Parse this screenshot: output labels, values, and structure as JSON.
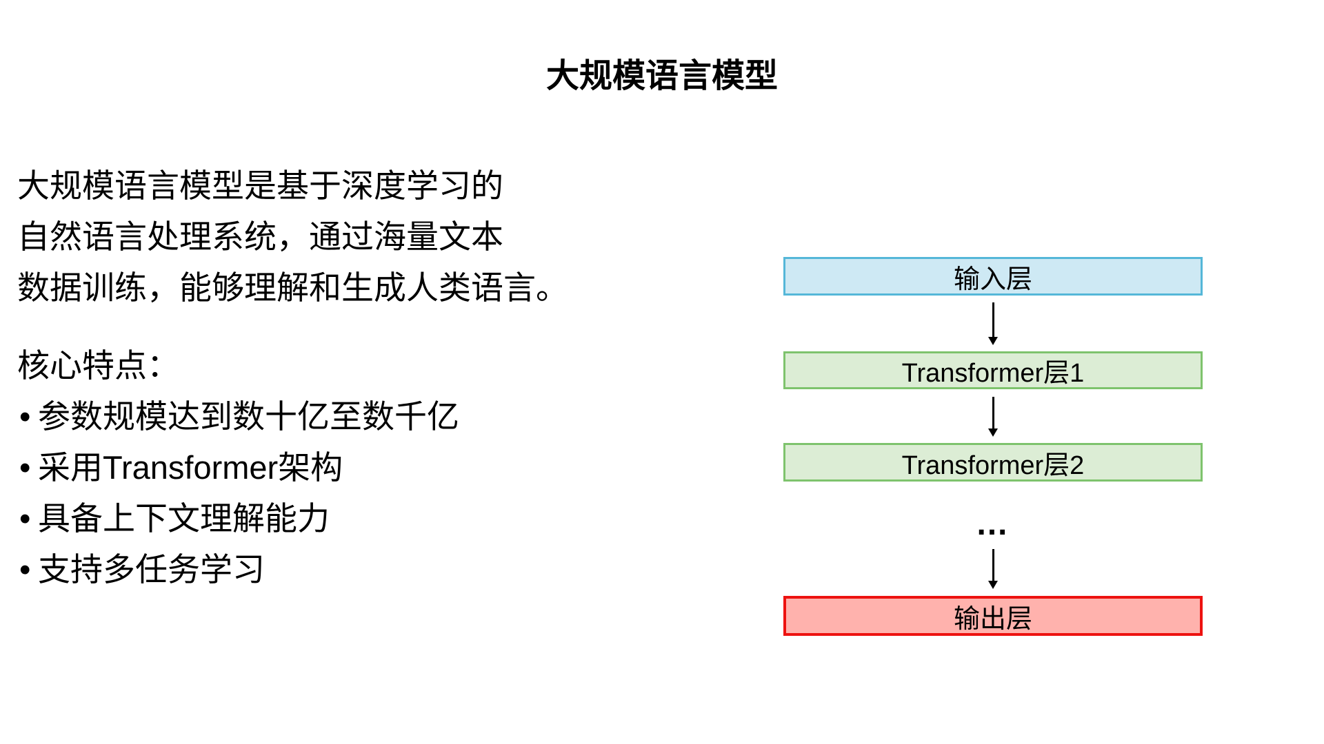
{
  "title": "大规模语言模型",
  "intro": {
    "lines": [
      "大规模语言模型是基于深度学习的",
      "自然语言处理系统，通过海量文本",
      "数据训练，能够理解和生成人类语言。"
    ]
  },
  "features": {
    "heading": "核心特点：",
    "items": [
      "参数规模达到数十亿至数千亿",
      "采用Transformer架构",
      "具备上下文理解能力",
      "支持多任务学习"
    ]
  },
  "diagram": {
    "nodes": [
      {
        "label": "输入层",
        "fill": "#cee9f4",
        "border": "#55b7d8"
      },
      {
        "label": "Transformer层1",
        "fill": "#dcedd5",
        "border": "#7ec36d"
      },
      {
        "label": "Transformer层2",
        "fill": "#dcedd5",
        "border": "#7ec36d"
      },
      {
        "label": "输出层",
        "fill": "#ffb2ad",
        "border": "#ed1210"
      }
    ],
    "ellipsis": "…",
    "arrow_color": "#000000",
    "text_color": "#000000"
  }
}
